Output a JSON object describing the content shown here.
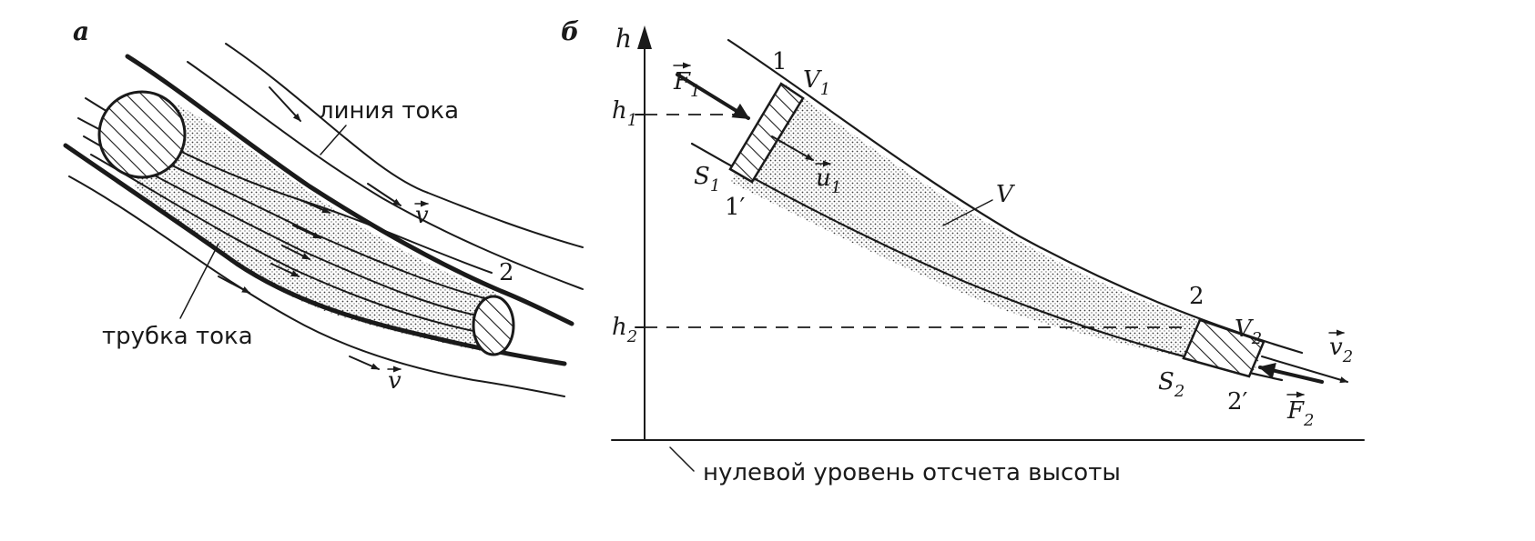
{
  "panel_a": {
    "panel_label": "а",
    "streamline_label": "линия тока",
    "tube_label": "трубка тока",
    "velocity_upper": "v",
    "velocity_lower": "v",
    "section_label": "2"
  },
  "panel_b": {
    "panel_label": "б",
    "axis_h": "h",
    "h1": {
      "base": "h",
      "sub": "1"
    },
    "h2": {
      "base": "h",
      "sub": "2"
    },
    "point_1": "1",
    "point_1p": "1′",
    "point_2": "2",
    "point_2p": "2′",
    "V1": {
      "base": "V",
      "sub": "1"
    },
    "V2": {
      "base": "V",
      "sub": "2"
    },
    "V": "V",
    "S1": {
      "base": "S",
      "sub": "1"
    },
    "S2": {
      "base": "S",
      "sub": "2"
    },
    "F1": {
      "base": "F",
      "sub": "1"
    },
    "F2": {
      "base": "F",
      "sub": "2"
    },
    "u1": {
      "base": "u",
      "sub": "1"
    },
    "v2": {
      "base": "v",
      "sub": "2"
    },
    "zero_level": "нулевой уровень отсчета высоты"
  }
}
